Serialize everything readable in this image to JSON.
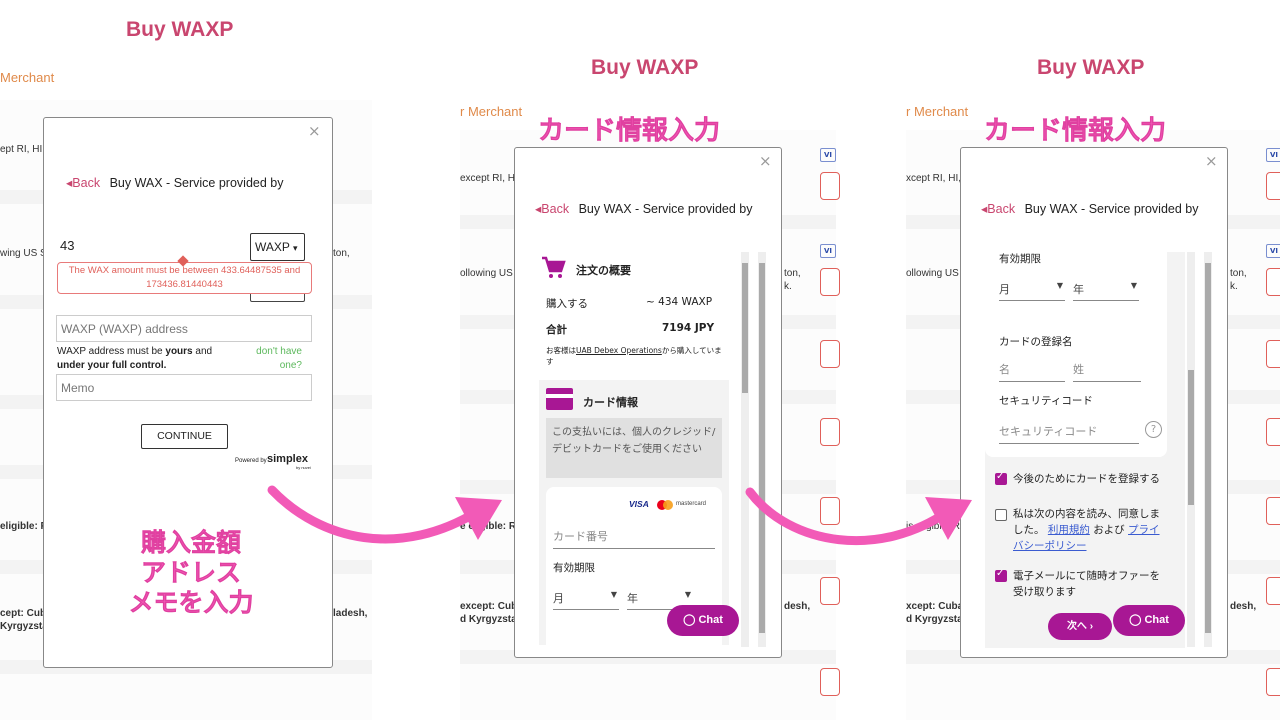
{
  "colors": {
    "accent": "#c9466f",
    "merchant": "#e08a4a",
    "caption": "#f25ab7",
    "chat": "#a81794",
    "error": "#e0605a"
  },
  "panel1": {
    "heading": "Buy WAXP",
    "merchant": "Merchant",
    "bg_texts": [
      "ept RI, HI, a",
      "wing US S",
      "ton,",
      "eligible: Re",
      "cept: Cuba,",
      "Kyrgyzstan",
      "ladesh,"
    ],
    "modal": {
      "close": "×",
      "back": "Back",
      "title": "Buy WAX - Service provided by",
      "amount_value": "43",
      "currency": "WAXP",
      "currency_caret": "▾",
      "error": "The WAX amount must be between 433.64487535 and 173436.81440443",
      "address_placeholder": "WAXP (WAXP) address",
      "note_part1": "WAXP address must be ",
      "note_bold1": "yours",
      "note_part2": " and",
      "note_bold2": "under your full control.",
      "dont_have": "don't have one?",
      "memo_placeholder": "Memo",
      "continue": "CONTINUE",
      "powered_by": "Powered by",
      "simplex": "simplex",
      "simplex_sub": "by nuvei"
    },
    "overlay": [
      "購入金額",
      "アドレス",
      "メモを入力"
    ]
  },
  "panel2": {
    "heading": "Buy WAXP",
    "merchant": "r Merchant",
    "caption": "カード情報入力",
    "bg_texts": [
      "except RI, HI, a",
      "ollowing US S",
      "ton,",
      "k.",
      "e eligible: Re",
      "except: Cuba,",
      "d Kyrgyzstan",
      "desh,"
    ],
    "modal": {
      "close": "×",
      "back": "Back",
      "title": "Buy WAX - Service provided by",
      "summary_title": "注文の概要",
      "buy_label": "購入する",
      "buy_value": "~ 434 WAXP",
      "total_label": "合計",
      "total_value": "7194 JPY",
      "note_prefix": "お客様は",
      "note_link": "UAB Debex Operations",
      "note_suffix": "から購入しています",
      "card_title": "カード情報",
      "card_desc": "この支払いには、個人のクレジッド/デビットカードをご使用ください",
      "visa": "VISA",
      "mastercard": "mastercard",
      "card_number": "カード番号",
      "expiry": "有効期限",
      "month": "月",
      "year": "年",
      "chat": "Chat"
    }
  },
  "panel3": {
    "heading": "Buy WAXP",
    "merchant": "r Merchant",
    "caption": "カード情報入力",
    "bg_texts": [
      "xcept RI, HI, a",
      "ollowing US S",
      "ton,",
      "k.",
      "is eligible: Re",
      "xcept: Cuba,",
      "d Kyrgyzstan",
      "desh,"
    ],
    "modal": {
      "close": "×",
      "back": "Back",
      "title": "Buy WAX - Service provided by",
      "expiry": "有効期限",
      "month": "月",
      "year": "年",
      "cardholder": "カードの登録名",
      "first_name": "名",
      "last_name": "姓",
      "security": "セキュリティコード",
      "security_placeholder": "セキュリティコード",
      "help": "?",
      "save_card": "今後のためにカードを登録する",
      "agree_text": "私は次の内容を読み、同意しました。",
      "terms": "利用規約",
      "and": "および",
      "privacy": "プライバシーポリシー",
      "email_offers": "電子メールにて随時オファーを受け取ります",
      "next": "次へ ›",
      "chat": "Chat"
    }
  }
}
